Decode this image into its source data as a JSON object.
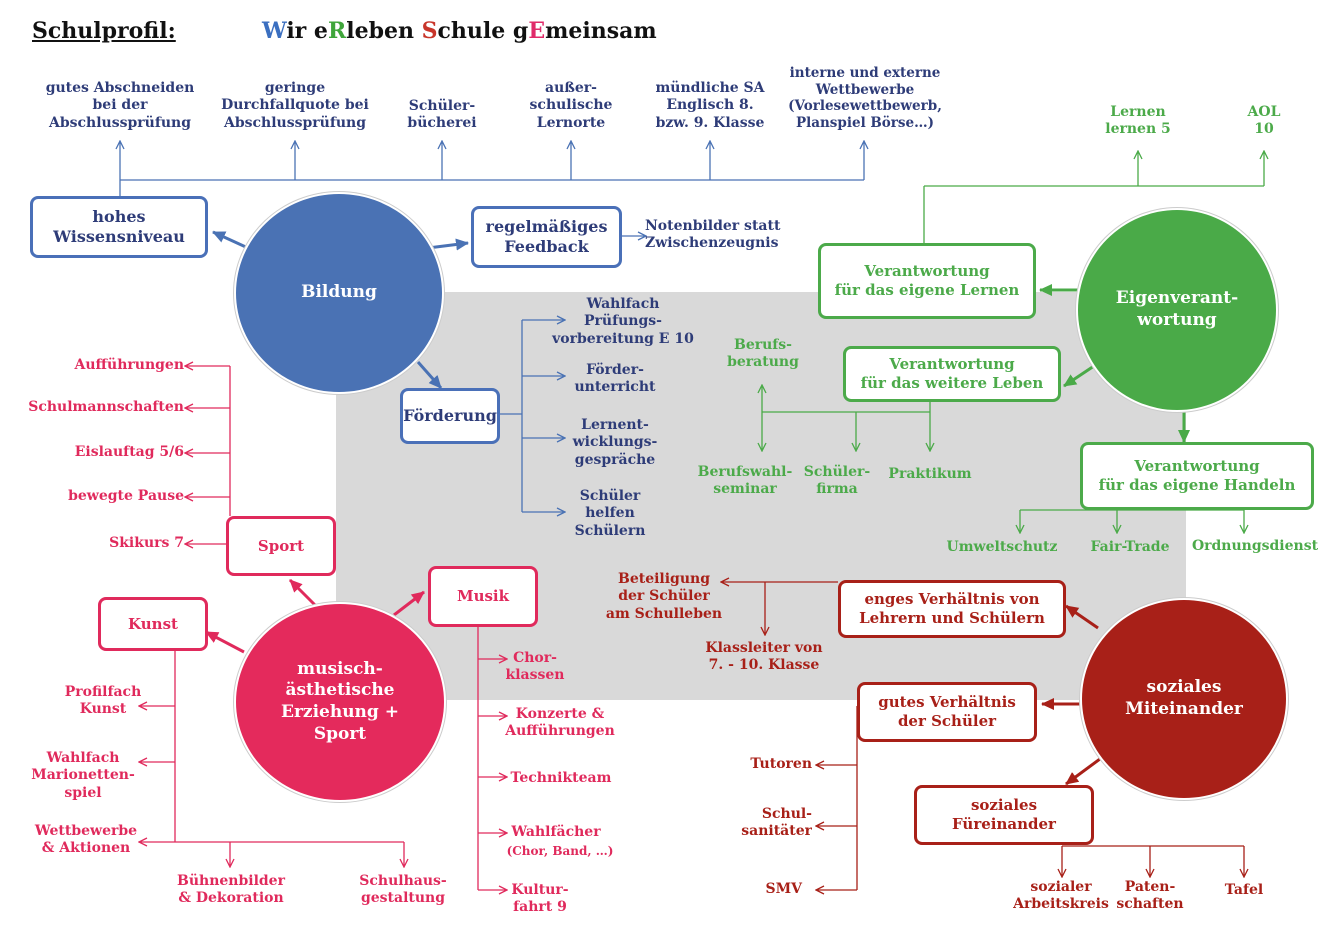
{
  "header": {
    "title": "Schulprofil:",
    "slogan": [
      {
        "t": "W",
        "c": "#3b6fc0"
      },
      {
        "t": "ir e",
        "c": "#111111"
      },
      {
        "t": "R",
        "c": "#3fa53a"
      },
      {
        "t": "leben ",
        "c": "#111111"
      },
      {
        "t": "S",
        "c": "#c8352a"
      },
      {
        "t": "chule g",
        "c": "#111111"
      },
      {
        "t": "E",
        "c": "#e02a6a"
      },
      {
        "t": "meinsam",
        "c": "#111111"
      }
    ]
  },
  "colors": {
    "bildung": "#4a72b4",
    "eigen": "#4aaa48",
    "musisch": "#e42a5c",
    "sozial": "#a82018",
    "panel": "#d9d9d9"
  },
  "bildung": {
    "circle": "Bildung",
    "top_items": [
      "gutes Abschneiden\nbei der\nAbschlussprüfung",
      "geringe\nDurchfallquote bei\nAbschlussprüfung",
      "Schüler-\nbücherei",
      "außer-\nschulische\nLernorte",
      "mündliche SA\nEnglisch 8.\nbzw. 9. Klasse",
      "interne und externe\nWettbewerbe\n(Vorlesewettbewerb,\nPlanspiel Börse…)"
    ],
    "wissen": "hohes\nWissensniveau",
    "feedback": "regelmäßiges\nFeedback",
    "feedback_note": "Notenbilder statt\nZwischenzeugnis",
    "foerderung": "Förderung",
    "foerderung_items": [
      "Wahlfach\nPrüfungs-\nvorbereitung E 10",
      "Förder-\nunterricht",
      "Lernent-\nwicklungs-\ngespräche",
      "Schüler\nhelfen\nSchülern"
    ]
  },
  "eigen": {
    "circle": "Eigenverant-\nwortung",
    "lernen_box": "Verantwortung\nfür das eigene Lernen",
    "lernen_items": [
      "Lernen\nlernen 5",
      "AOL\n10"
    ],
    "leben_box": "Verantwortung\nfür das weitere Leben",
    "berufsberatung": "Berufs-\nberatung",
    "leben_items": [
      "Berufswahl-\nseminar",
      "Schüler-\nfirma",
      "Praktikum"
    ],
    "handeln_box": "Verantwortung\nfür das eigene Handeln",
    "handeln_items": [
      "Umweltschutz",
      "Fair-Trade",
      "Ordnungsdienst"
    ]
  },
  "musisch": {
    "circle": "musisch-\nästhetische\nErziehung +\nSport",
    "sport": "Sport",
    "sport_items": [
      "Aufführungen",
      "Schulmannschaften",
      "Eislauftag 5/6",
      "bewegte Pause",
      "Skikurs 7"
    ],
    "kunst": "Kunst",
    "kunst_items": [
      "Profilfach\nKunst",
      "Wahlfach\nMarionetten-\nspiel",
      "Wettbewerbe\n& Aktionen"
    ],
    "kunst_bottom": [
      "Bühnenbilder\n& Dekoration",
      "Schulhaus-\ngestaltung"
    ],
    "musik": "Musik",
    "musik_items": [
      "Chor-\nklassen",
      "Konzerte &\nAufführungen",
      "Technikteam",
      "Wahlfächer",
      "(Chor, Band, …)",
      "Kultur-\nfahrt 9"
    ]
  },
  "sozial": {
    "circle": "soziales\nMiteinander",
    "verhaeltnis_box": "enges Verhältnis von\nLehrern und Schülern",
    "beteiligung": "Beteiligung\nder Schüler\nam Schulleben",
    "klassleiter": "Klassleiter von\n7. - 10. Klasse",
    "schueler_box": "gutes Verhältnis\nder Schüler",
    "schueler_items": [
      "Tutoren",
      "Schul-\nsanitäter",
      "SMV"
    ],
    "fuereinander_box": "soziales\nFüreinander",
    "fuereinander_items": [
      "sozialer\nArbeitskreis",
      "Paten-\nschaften",
      "Tafel"
    ]
  }
}
